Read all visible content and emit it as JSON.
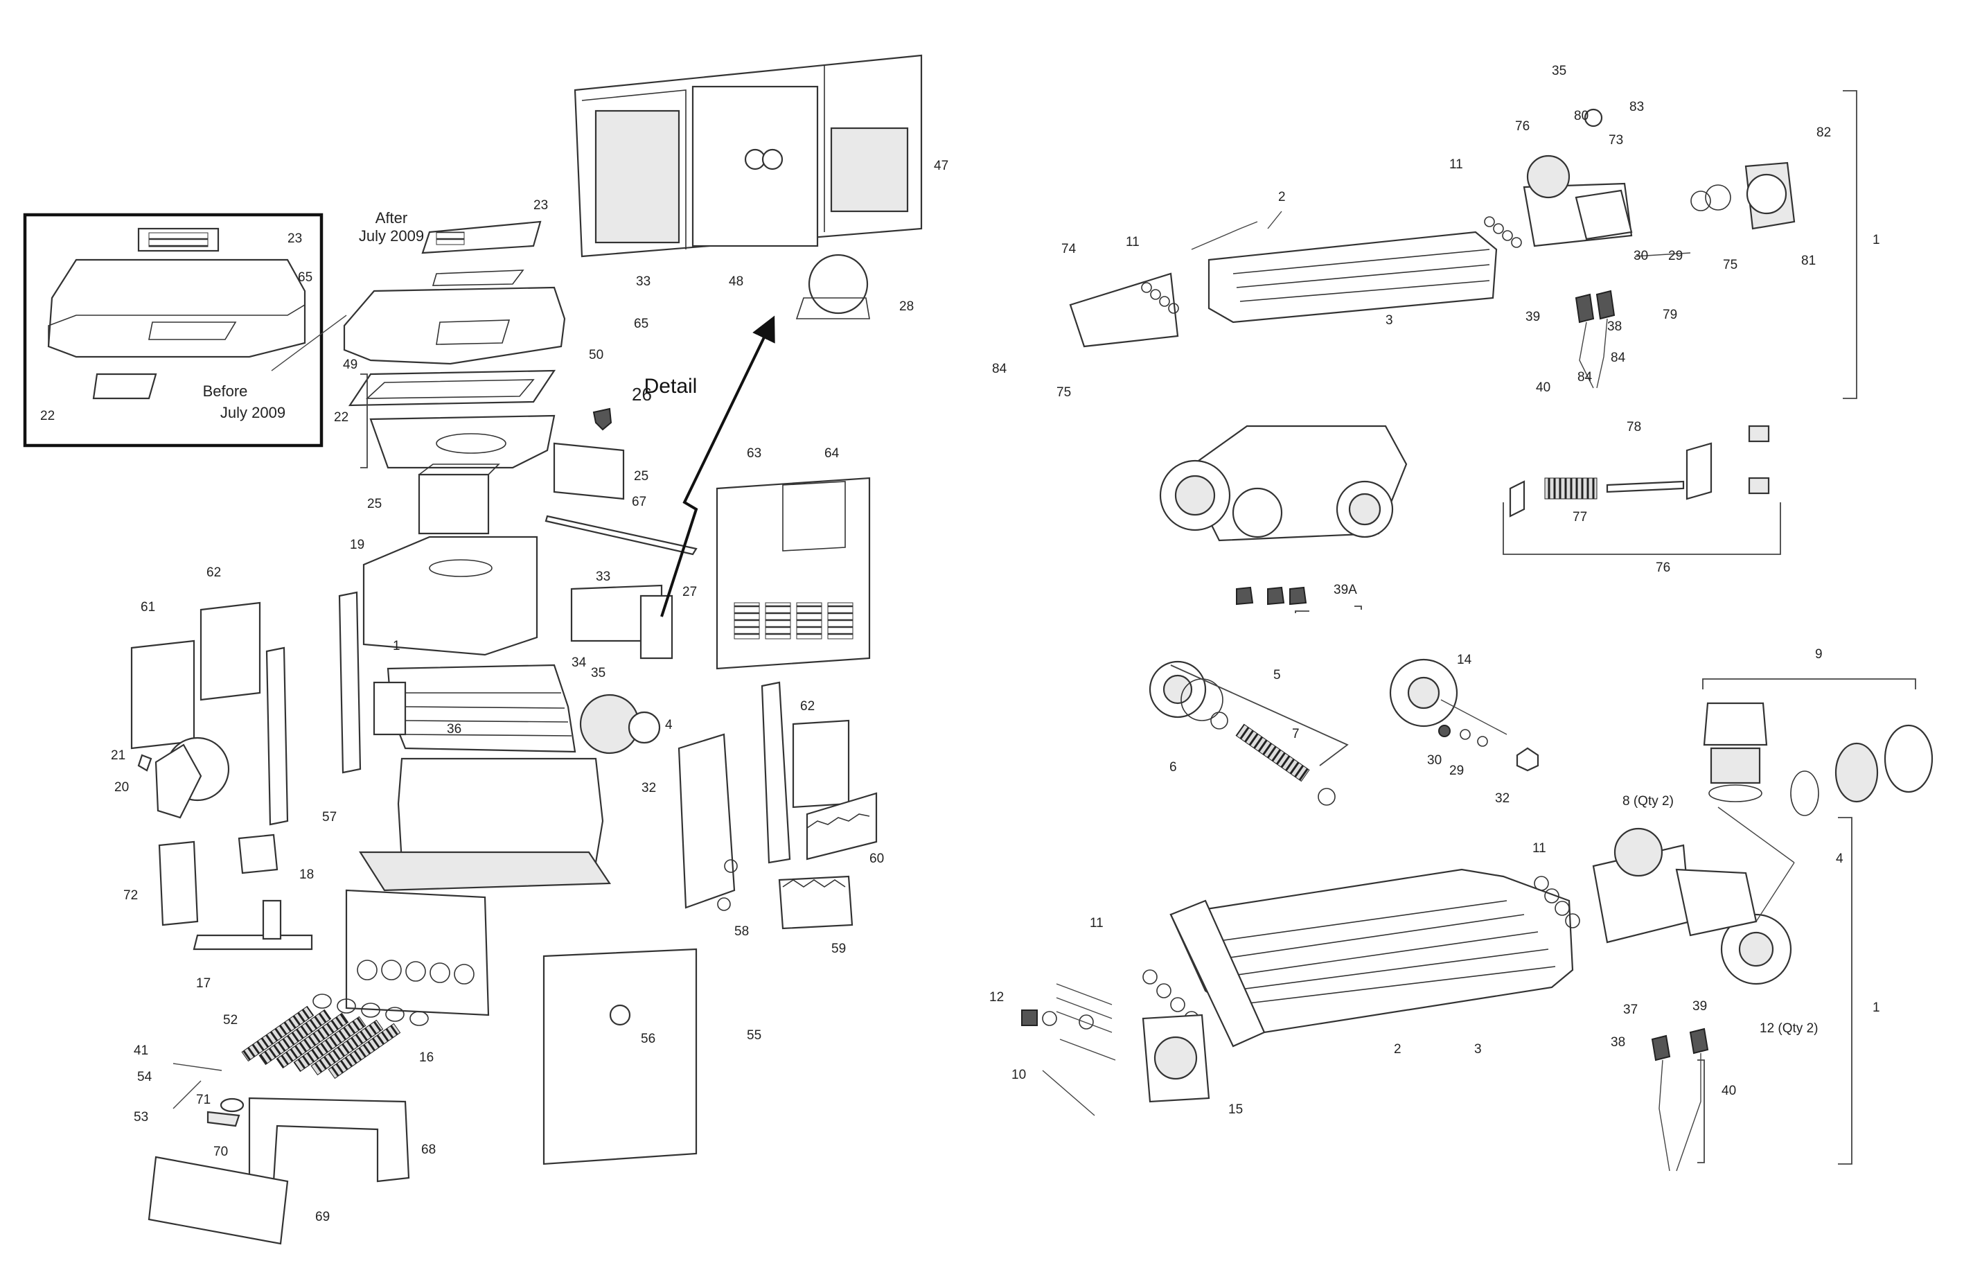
{
  "inset": {
    "note_before_1": "Before",
    "note_before_2": "July 2009"
  },
  "notes": {
    "after_1": "After",
    "after_2": "July 2009",
    "detail": "Detail"
  },
  "parts": {
    "ins23": "23",
    "ins65": "65",
    "ins22": "22",
    "p23": "23",
    "p65": "65",
    "p50": "50",
    "p49": "49",
    "p22": "22",
    "p26": "26",
    "p25a": "25",
    "p25b": "25",
    "p67": "67",
    "p19": "19",
    "p33a": "33",
    "p48": "48",
    "p47": "47",
    "p28": "28",
    "p33b": "33",
    "p27": "27",
    "p63": "63",
    "p64": "64",
    "p62a": "62",
    "p61": "61",
    "p1a": "1",
    "p34": "34",
    "p35a": "35",
    "p36": "36",
    "p4a": "4",
    "p32a": "32",
    "p21": "21",
    "p20": "20",
    "p57": "57",
    "p62b": "62",
    "p60": "60",
    "p58": "58",
    "p59": "59",
    "p72": "72",
    "p18": "18",
    "p17": "17",
    "p16": "16",
    "p52": "52",
    "p41": "41",
    "p54": "54",
    "p53": "53",
    "p71": "71",
    "p70": "70",
    "p68": "68",
    "p56": "56",
    "p55": "55",
    "p69": "69",
    "r2a": "2",
    "r11a": "11",
    "r74": "74",
    "r84a": "84",
    "r75a": "75",
    "r3a": "3",
    "r11b": "11",
    "r35": "35",
    "r83": "83",
    "r80": "80",
    "r76a": "76",
    "r73": "73",
    "r82": "82",
    "r81": "81",
    "r75b": "75",
    "r29a": "29",
    "r30a": "30",
    "r79": "79",
    "r39a": "39",
    "r38a": "38",
    "r84b": "84",
    "r84c": "84",
    "r40a": "40",
    "r1a": "1",
    "r39A": "39A",
    "r78": "78",
    "r77": "77",
    "r76b": "76",
    "r5": "5",
    "r7": "7",
    "r6": "6",
    "r14": "14",
    "r30b": "30",
    "r29b": "29",
    "r32b": "32",
    "r9": "9",
    "r8": "8 (Qty 2)",
    "r4b": "4",
    "r11c": "11",
    "r11d": "11",
    "r12a": "12",
    "r10": "10",
    "r2b": "2",
    "r3b": "3",
    "r15": "15",
    "r12b": "12 (Qty 2)",
    "r37": "37",
    "r39b": "39",
    "r38b": "38",
    "r40b": "40",
    "r1b": "1"
  }
}
